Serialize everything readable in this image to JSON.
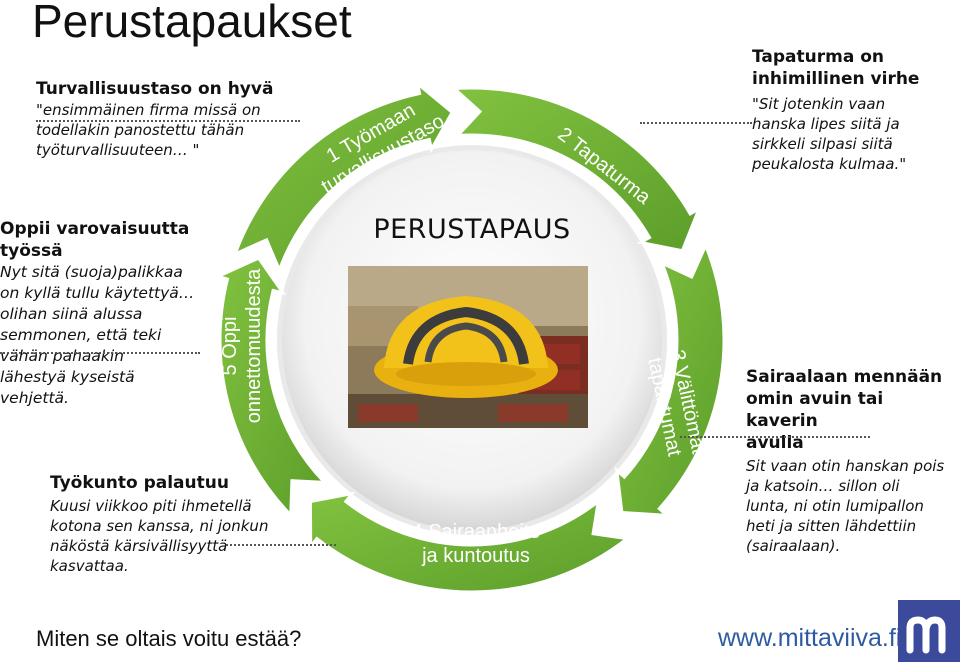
{
  "page": {
    "title": "Perustapaukset"
  },
  "center": {
    "title": "PERUSTAPAUS"
  },
  "stages": [
    {
      "line1": "1 Työmaan",
      "line2": "turvallisuustaso"
    },
    {
      "line1": "2 Tapaturma",
      "line2": ""
    },
    {
      "line1": "3 Välittömät",
      "line2": "tapahtumat"
    },
    {
      "line1": "4 Sairaanhoito",
      "line2": "ja kuntoutus"
    },
    {
      "line1": "5 Oppi",
      "line2": "onnettomuudesta"
    }
  ],
  "blocks": {
    "safety": {
      "heading": "Turvallisuustaso on hyvä",
      "lines": [
        "\"ensimmäinen firma missä on",
        "todellakin panostettu tähän",
        "työturvallisuuteen… \""
      ]
    },
    "accident": {
      "heading_lines": [
        "Tapaturma on",
        "inhimillinen virhe"
      ],
      "lines": [
        "\"Sit jotenkin vaan",
        "hanska lipes siitä ja",
        "sirkkeli silpasi siitä",
        "peukalosta kulmaa.\""
      ]
    },
    "lesson": {
      "heading_lines": [
        "Oppii varovaisuutta",
        "työssä"
      ],
      "lines": [
        "Nyt sitä (suoja)palikkaa",
        "on kyllä tullu käytettyä…",
        "olihan siinä alussa",
        "semmonen, että teki",
        "vähän pahaakin",
        "lähestyä kyseistä",
        "vehjettä."
      ]
    },
    "hospital": {
      "heading_lines": [
        "Sairaalaan mennään",
        "omin avuin tai kaverin",
        "avulla"
      ],
      "lines": [
        "Sit vaan otin hanskan pois",
        "ja katsoin… sillon oli",
        "lunta,  ni otin lumipallon",
        "heti ja sitten lähdettiin",
        "(sairaalaan)."
      ]
    },
    "recovery": {
      "heading": "Työkunto palautuu",
      "lines": [
        "Kuusi viikkoo piti ihmetellä",
        "kotona sen kanssa, ni jonkun",
        "näköstä kärsivällisyyttä",
        "kasvattaa."
      ]
    }
  },
  "footer": {
    "question": "Miten se oltais voitu estää?",
    "url": "www.mittaviiva.fi"
  },
  "colors": {
    "arrow_green": "#6dae33",
    "arrow_dark": "#4d8a22",
    "url_blue": "#2e5aa3",
    "logo_blue": "#3c4a9c"
  }
}
